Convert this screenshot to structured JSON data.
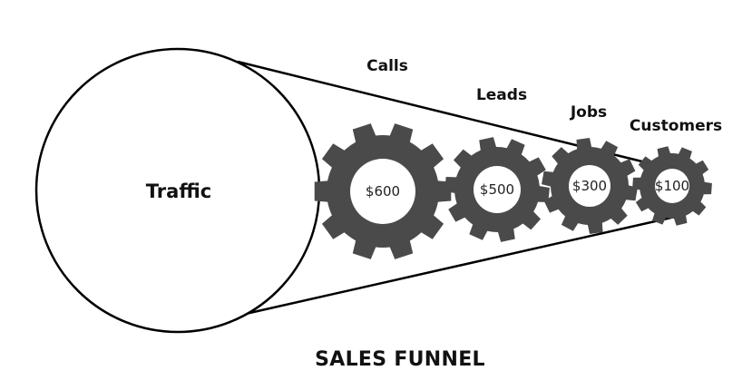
{
  "title": "SALES FUNNEL",
  "traffic_label": "Traffic",
  "stages": [
    {
      "label": "Calls",
      "amount": ""
    },
    {
      "label": "Leads",
      "amount": "$600"
    },
    {
      "label": "Jobs",
      "amount": "$500"
    },
    {
      "label": "Customers",
      "amount": "$300"
    }
  ],
  "gears": [
    {
      "amount": "$600"
    },
    {
      "amount": "$500"
    },
    {
      "amount": "$300"
    },
    {
      "amount": "$100"
    }
  ],
  "colors": {
    "gear": "#4a4a4a",
    "outline": "#000000",
    "background": "#ffffff"
  }
}
